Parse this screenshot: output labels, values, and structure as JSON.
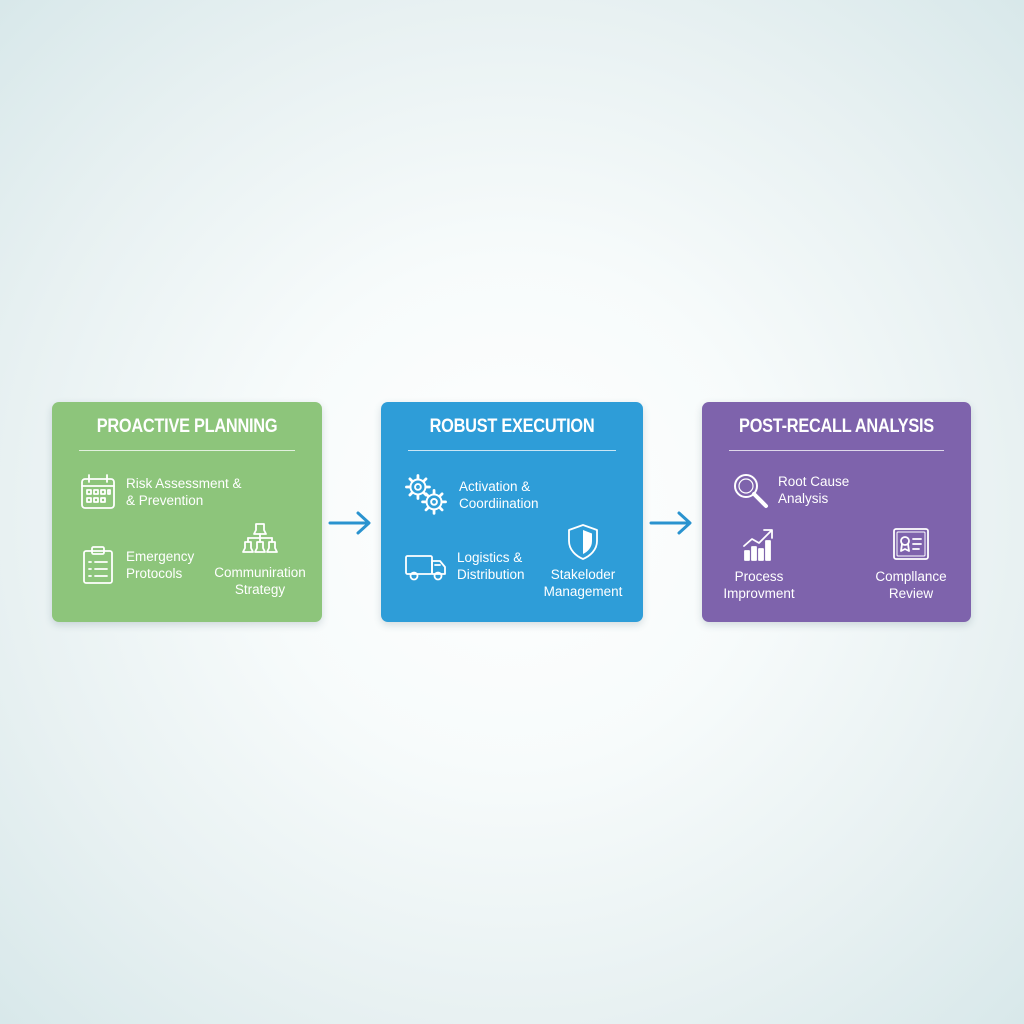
{
  "colors": {
    "planning": "#8dc57b",
    "execution": "#2e9dd8",
    "analysis": "#7e63ac",
    "arrow": "#2a93cf",
    "icon_stroke": "#ffffff"
  },
  "stages": [
    {
      "title": "PROACTIVE PLANNING",
      "items": [
        {
          "icon": "calendar-icon",
          "label": "Risk Assessment &\n& Prevention"
        },
        {
          "icon": "clipboard-checklist-icon",
          "label": "Emergency\nProtocols"
        },
        {
          "icon": "org-chart-icon",
          "label": "Communiration\nStrategy"
        }
      ]
    },
    {
      "title": "ROBUST EXECUTION",
      "items": [
        {
          "icon": "gears-icon",
          "label": "Activation &\nCoordiination"
        },
        {
          "icon": "delivery-truck-icon",
          "label": "Logistics &\nDistribution"
        },
        {
          "icon": "shield-icon",
          "label": "Stakeloder\nManagement"
        }
      ]
    },
    {
      "title": "POST-RECALL ANALYSIS",
      "items": [
        {
          "icon": "magnifier-icon",
          "label": "Root Cause\nAnalysis"
        },
        {
          "icon": "growth-chart-icon",
          "label": "Process\nImprovment"
        },
        {
          "icon": "certificate-icon",
          "label": "Compllance\nReview"
        }
      ]
    }
  ],
  "connectors": [
    {
      "icon": "arrow-right-icon"
    },
    {
      "icon": "arrow-right-icon"
    }
  ]
}
